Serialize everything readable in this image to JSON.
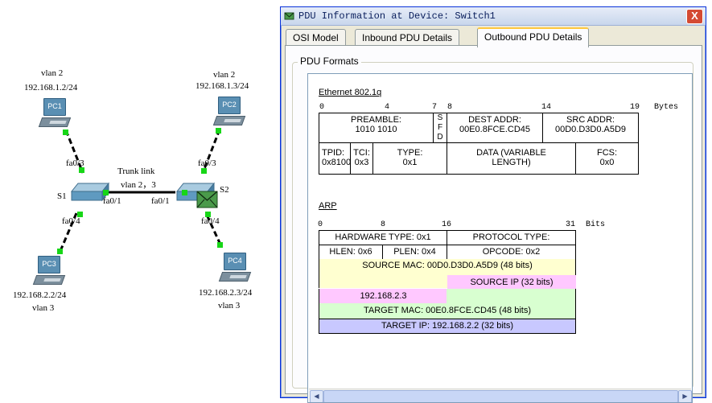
{
  "topology": {
    "pc1": {
      "name": "PC1",
      "vlan": "vlan 2",
      "ip": "192.168.1.2/24"
    },
    "pc2": {
      "name": "PC2",
      "vlan": "vlan 2",
      "ip": "192.168.1.3/24"
    },
    "pc3": {
      "name": "PC3",
      "vlan": "vlan 3",
      "ip": "192.168.2.2/24"
    },
    "pc4": {
      "name": "PC4",
      "vlan": "vlan 3",
      "ip": "192.168.2.3/24"
    },
    "s1": {
      "name": "S1",
      "port_up": "fa0/3",
      "port_down": "fa0/4",
      "port_trunk": "fa0/1"
    },
    "s2": {
      "name": "S2",
      "port_up": "fa0/3",
      "port_down": "fa0/4",
      "port_trunk": "fa0/1"
    },
    "trunk": {
      "line1": "Trunk link",
      "line2": "vlan 2，3"
    }
  },
  "window": {
    "title": "PDU Information at Device: Switch1",
    "close": "X",
    "tabs": [
      "OSI Model",
      "Inbound PDU Details",
      "Outbound PDU Details"
    ],
    "active_tab": "Outbound PDU Details",
    "group_title": "PDU Formats"
  },
  "ethernet": {
    "title": "Ethernet 802.1q",
    "offsets": [
      "0",
      "4",
      "7",
      "8",
      "14",
      "19"
    ],
    "unit": "Bytes",
    "row1": [
      {
        "l1": "PREAMBLE:",
        "l2": "1010 1010"
      },
      {
        "l1": "S",
        "l2": "F",
        "l3": "D"
      },
      {
        "l1": "DEST ADDR:",
        "l2": "00E0.8FCE.CD45"
      },
      {
        "l1": "SRC ADDR:",
        "l2": "00D0.D3D0.A5D9"
      }
    ],
    "row2": [
      {
        "l1": "TPID:",
        "l2": "0x8100"
      },
      {
        "l1": "TCI:",
        "l2": "0x3"
      },
      {
        "l1": "TYPE:",
        "l2": "0x1"
      },
      {
        "l1": "DATA (VARIABLE",
        "l2": "LENGTH)"
      },
      {
        "l1": "FCS:",
        "l2": "0x0"
      }
    ]
  },
  "arp": {
    "title": "ARP",
    "offsets": [
      "0",
      "8",
      "16",
      "31"
    ],
    "unit": "Bits",
    "hardware_type": "HARDWARE TYPE: 0x1",
    "protocol_type": "PROTOCOL TYPE:",
    "hlen": "HLEN: 0x6",
    "plen": "PLEN: 0x4",
    "opcode": "OPCODE: 0x2",
    "source_mac": "SOURCE MAC: 00D0.D3D0.A5D9 (48 bits)",
    "source_ip": "SOURCE IP (32 bits)",
    "source_ip_value": "192.168.2.3",
    "target_mac": "TARGET MAC: 00E0.8FCE.CD45 (48 bits)",
    "target_ip": "TARGET IP: 192.168.2.2 (32 bits)"
  },
  "colors": {
    "yellow": "#ffffd0",
    "pink": "#ffc8ff",
    "green": "#d8ffd0",
    "lavender": "#c8c8ff",
    "link_up": "#17d617"
  }
}
